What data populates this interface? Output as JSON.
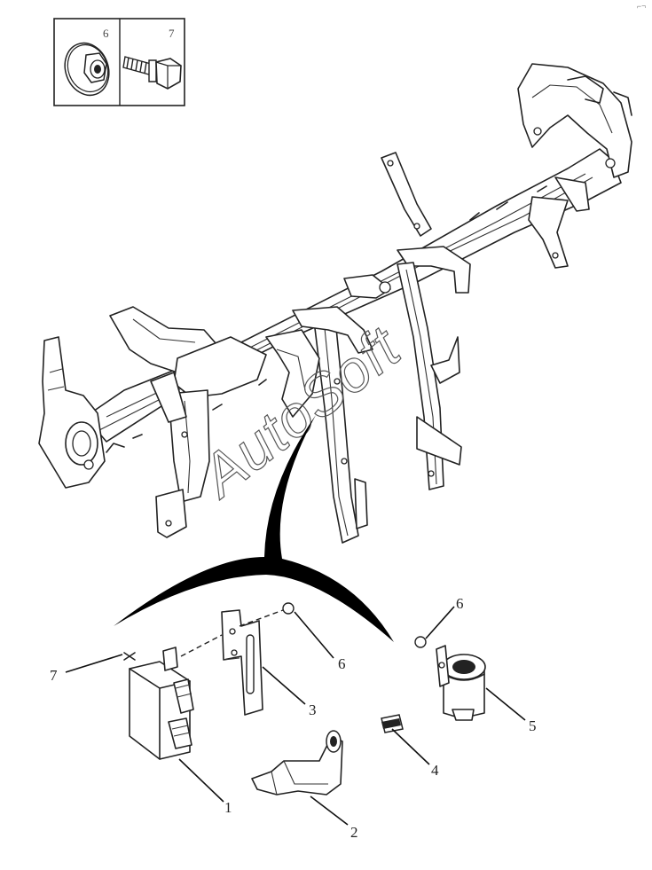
{
  "legend": {
    "items": [
      {
        "number": "6",
        "icon": "flange-nut-icon"
      },
      {
        "number": "7",
        "icon": "hex-bolt-icon"
      }
    ]
  },
  "callouts": {
    "c1": "1",
    "c2": "2",
    "c3": "3",
    "c4": "4",
    "c5": "5",
    "c6a": "6",
    "c6b": "6",
    "c7": "7"
  },
  "watermark": "AutoSoft",
  "corner_mark": "⌐¬"
}
